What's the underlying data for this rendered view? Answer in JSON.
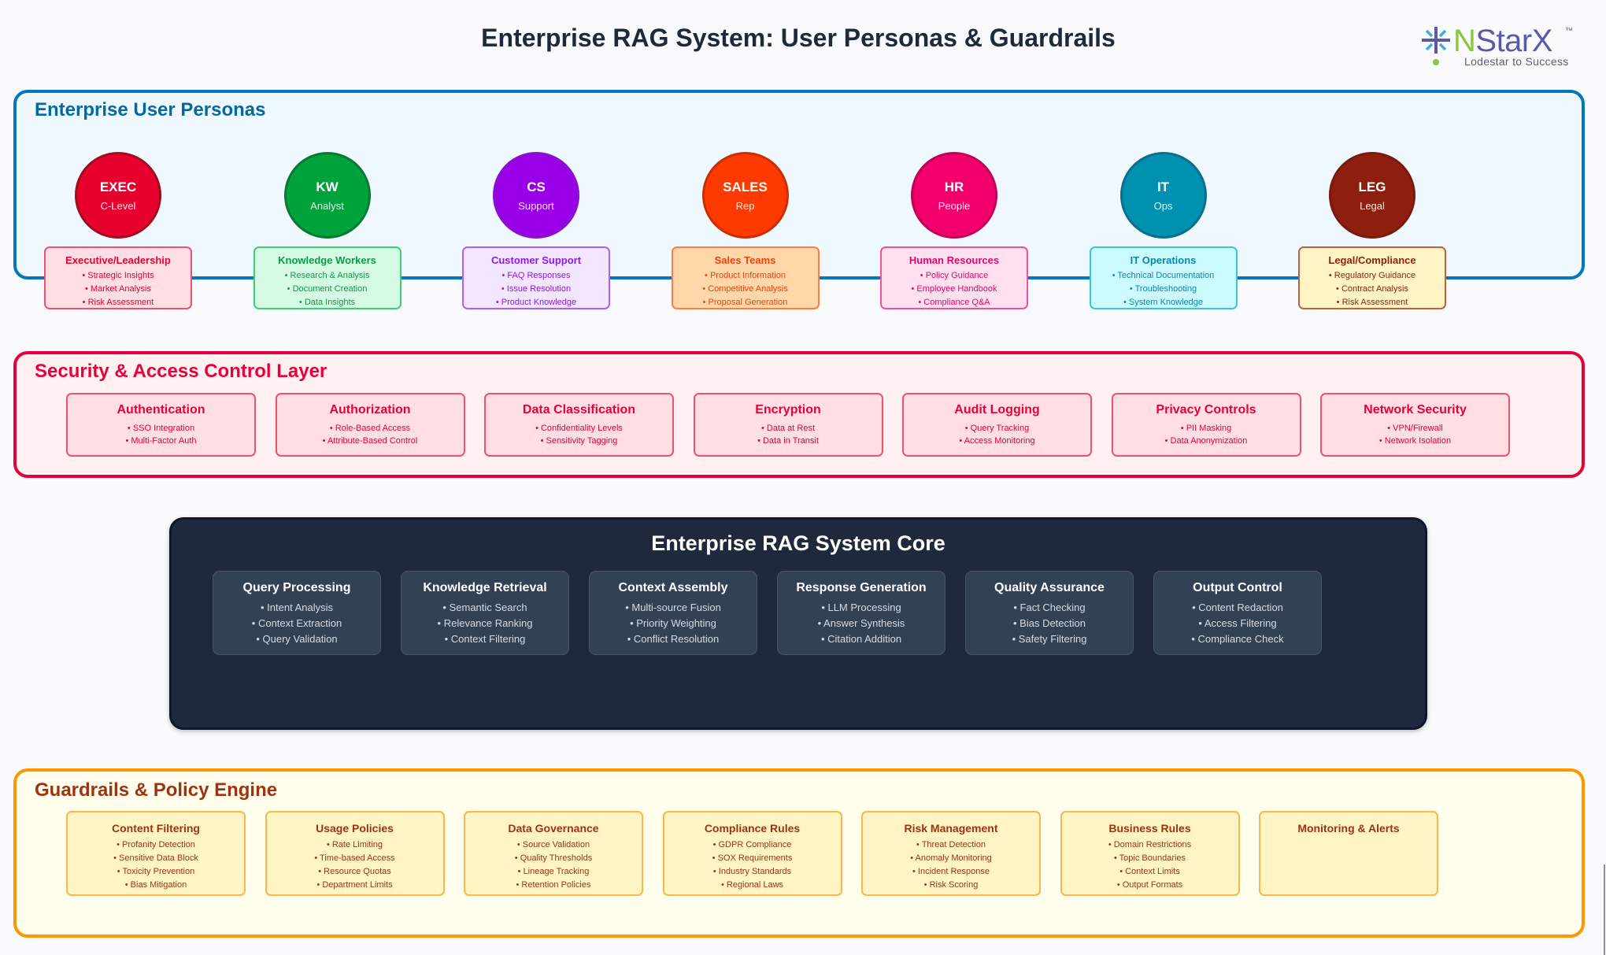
{
  "title": "Enterprise RAG System: User Personas & Guardrails",
  "logo": {
    "icon": "nstarx-star-icon",
    "brand_first": "N",
    "brand_rest": "StarX",
    "trademark": "™",
    "tagline": "Lodestar to Success"
  },
  "personas": {
    "title": "Enterprise User Personas",
    "items": [
      {
        "abbr": "EXEC",
        "role": "C-Level",
        "name": "Executive/Leadership",
        "bullets": [
          "• Strategic Insights",
          "• Market Analysis",
          "• Risk Assessment"
        ],
        "color": "#e8002e",
        "border": "#a00d1c",
        "card_bg": "#ffdfe4",
        "card_border": "#f0506e",
        "text": "#e8002e"
      },
      {
        "abbr": "KW",
        "role": "Analyst",
        "name": "Knowledge Workers",
        "bullets": [
          "• Research & Analysis",
          "• Document Creation",
          "• Data Insights"
        ],
        "color": "#00a23c",
        "border": "#067a31",
        "card_bg": "#d6fbe4",
        "card_border": "#3ccf74",
        "text": "#0d9a43"
      },
      {
        "abbr": "CS",
        "role": "Support",
        "name": "Customer Support",
        "bullets": [
          "• FAQ Responses",
          "• Issue Resolution",
          "• Product Knowledge"
        ],
        "color": "#9a00e8",
        "border": "#8a10d0",
        "card_bg": "#f3e6ff",
        "card_border": "#b65cf0",
        "text": "#8d1be0"
      },
      {
        "abbr": "SALES",
        "role": "Rep",
        "name": "Sales Teams",
        "bullets": [
          "• Product Information",
          "• Competitive Analysis",
          "• Proposal Generation"
        ],
        "color": "#ff3a00",
        "border": "#cc2e00",
        "card_bg": "#ffd7a8",
        "card_border": "#ff7d45",
        "text": "#f0410a"
      },
      {
        "abbr": "HR",
        "role": "People",
        "name": "Human Resources",
        "bullets": [
          "• Policy Guidance",
          "• Employee Handbook",
          "• Compliance Q&A"
        ],
        "color": "#f2006c",
        "border": "#c20058",
        "card_bg": "#ffe0ee",
        "card_border": "#f2509a",
        "text": "#e0086a"
      },
      {
        "abbr": "IT",
        "role": "Ops",
        "name": "IT Operations",
        "bullets": [
          "• Technical Documentation",
          "• Troubleshooting",
          "• System Knowledge"
        ],
        "color": "#0090b0",
        "border": "#0a6f8a",
        "card_bg": "#cbfaff",
        "card_border": "#38c6de",
        "text": "#0a87aa"
      },
      {
        "abbr": "LEG",
        "role": "Legal",
        "name": "Legal/Compliance",
        "bullets": [
          "• Regulatory Guidance",
          "• Contract Analysis",
          "• Risk Assessment"
        ],
        "color": "#8e1e0e",
        "border": "#7a1a0c",
        "card_bg": "#fff4c4",
        "card_border": "#c0603e",
        "text": "#8e2410"
      }
    ]
  },
  "security": {
    "title": "Security & Access Control Layer",
    "items": [
      {
        "name": "Authentication",
        "bullets": [
          "• SSO Integration",
          "• Multi-Factor Auth"
        ]
      },
      {
        "name": "Authorization",
        "bullets": [
          "• Role-Based Access",
          "• Attribute-Based Control"
        ]
      },
      {
        "name": "Data Classification",
        "bullets": [
          "• Confidentiality Levels",
          "• Sensitivity Tagging"
        ]
      },
      {
        "name": "Encryption",
        "bullets": [
          "• Data at Rest",
          "• Data in Transit"
        ]
      },
      {
        "name": "Audit Logging",
        "bullets": [
          "• Query Tracking",
          "• Access Monitoring"
        ]
      },
      {
        "name": "Privacy Controls",
        "bullets": [
          "• PII Masking",
          "• Data Anonymization"
        ]
      },
      {
        "name": "Network Security",
        "bullets": [
          "• VPN/Firewall",
          "• Network Isolation"
        ]
      }
    ]
  },
  "core": {
    "title": "Enterprise RAG System Core",
    "items": [
      {
        "name": "Query Processing",
        "bullets": [
          "• Intent Analysis",
          "• Context Extraction",
          "• Query Validation"
        ]
      },
      {
        "name": "Knowledge Retrieval",
        "bullets": [
          "• Semantic Search",
          "• Relevance Ranking",
          "• Context Filtering"
        ]
      },
      {
        "name": "Context Assembly",
        "bullets": [
          "• Multi-source Fusion",
          "• Priority Weighting",
          "• Conflict Resolution"
        ]
      },
      {
        "name": "Response Generation",
        "bullets": [
          "• LLM Processing",
          "• Answer Synthesis",
          "• Citation Addition"
        ]
      },
      {
        "name": "Quality Assurance",
        "bullets": [
          "• Fact Checking",
          "• Bias Detection",
          "• Safety Filtering"
        ]
      },
      {
        "name": "Output Control",
        "bullets": [
          "• Content Redaction",
          "• Access Filtering",
          "• Compliance Check"
        ]
      }
    ]
  },
  "guardrails": {
    "title": "Guardrails & Policy Engine",
    "items": [
      {
        "name": "Content Filtering",
        "bullets": [
          "• Profanity Detection",
          "• Sensitive Data Block",
          "• Toxicity Prevention",
          "• Bias Mitigation"
        ]
      },
      {
        "name": "Usage Policies",
        "bullets": [
          "• Rate Limiting",
          "• Time-based Access",
          "• Resource Quotas",
          "• Department Limits"
        ]
      },
      {
        "name": "Data Governance",
        "bullets": [
          "• Source Validation",
          "• Quality Thresholds",
          "• Lineage Tracking",
          "• Retention Policies"
        ]
      },
      {
        "name": "Compliance Rules",
        "bullets": [
          "• GDPR Compliance",
          "• SOX Requirements",
          "• Industry Standards",
          "• Regional Laws"
        ]
      },
      {
        "name": "Risk Management",
        "bullets": [
          "• Threat Detection",
          "• Anomaly Monitoring",
          "• Incident Response",
          "• Risk Scoring"
        ]
      },
      {
        "name": "Business Rules",
        "bullets": [
          "• Domain Restrictions",
          "• Topic Boundaries",
          "• Context Limits",
          "• Output Formats"
        ]
      },
      {
        "name": "Monitoring & Alerts",
        "bullets": []
      }
    ]
  }
}
